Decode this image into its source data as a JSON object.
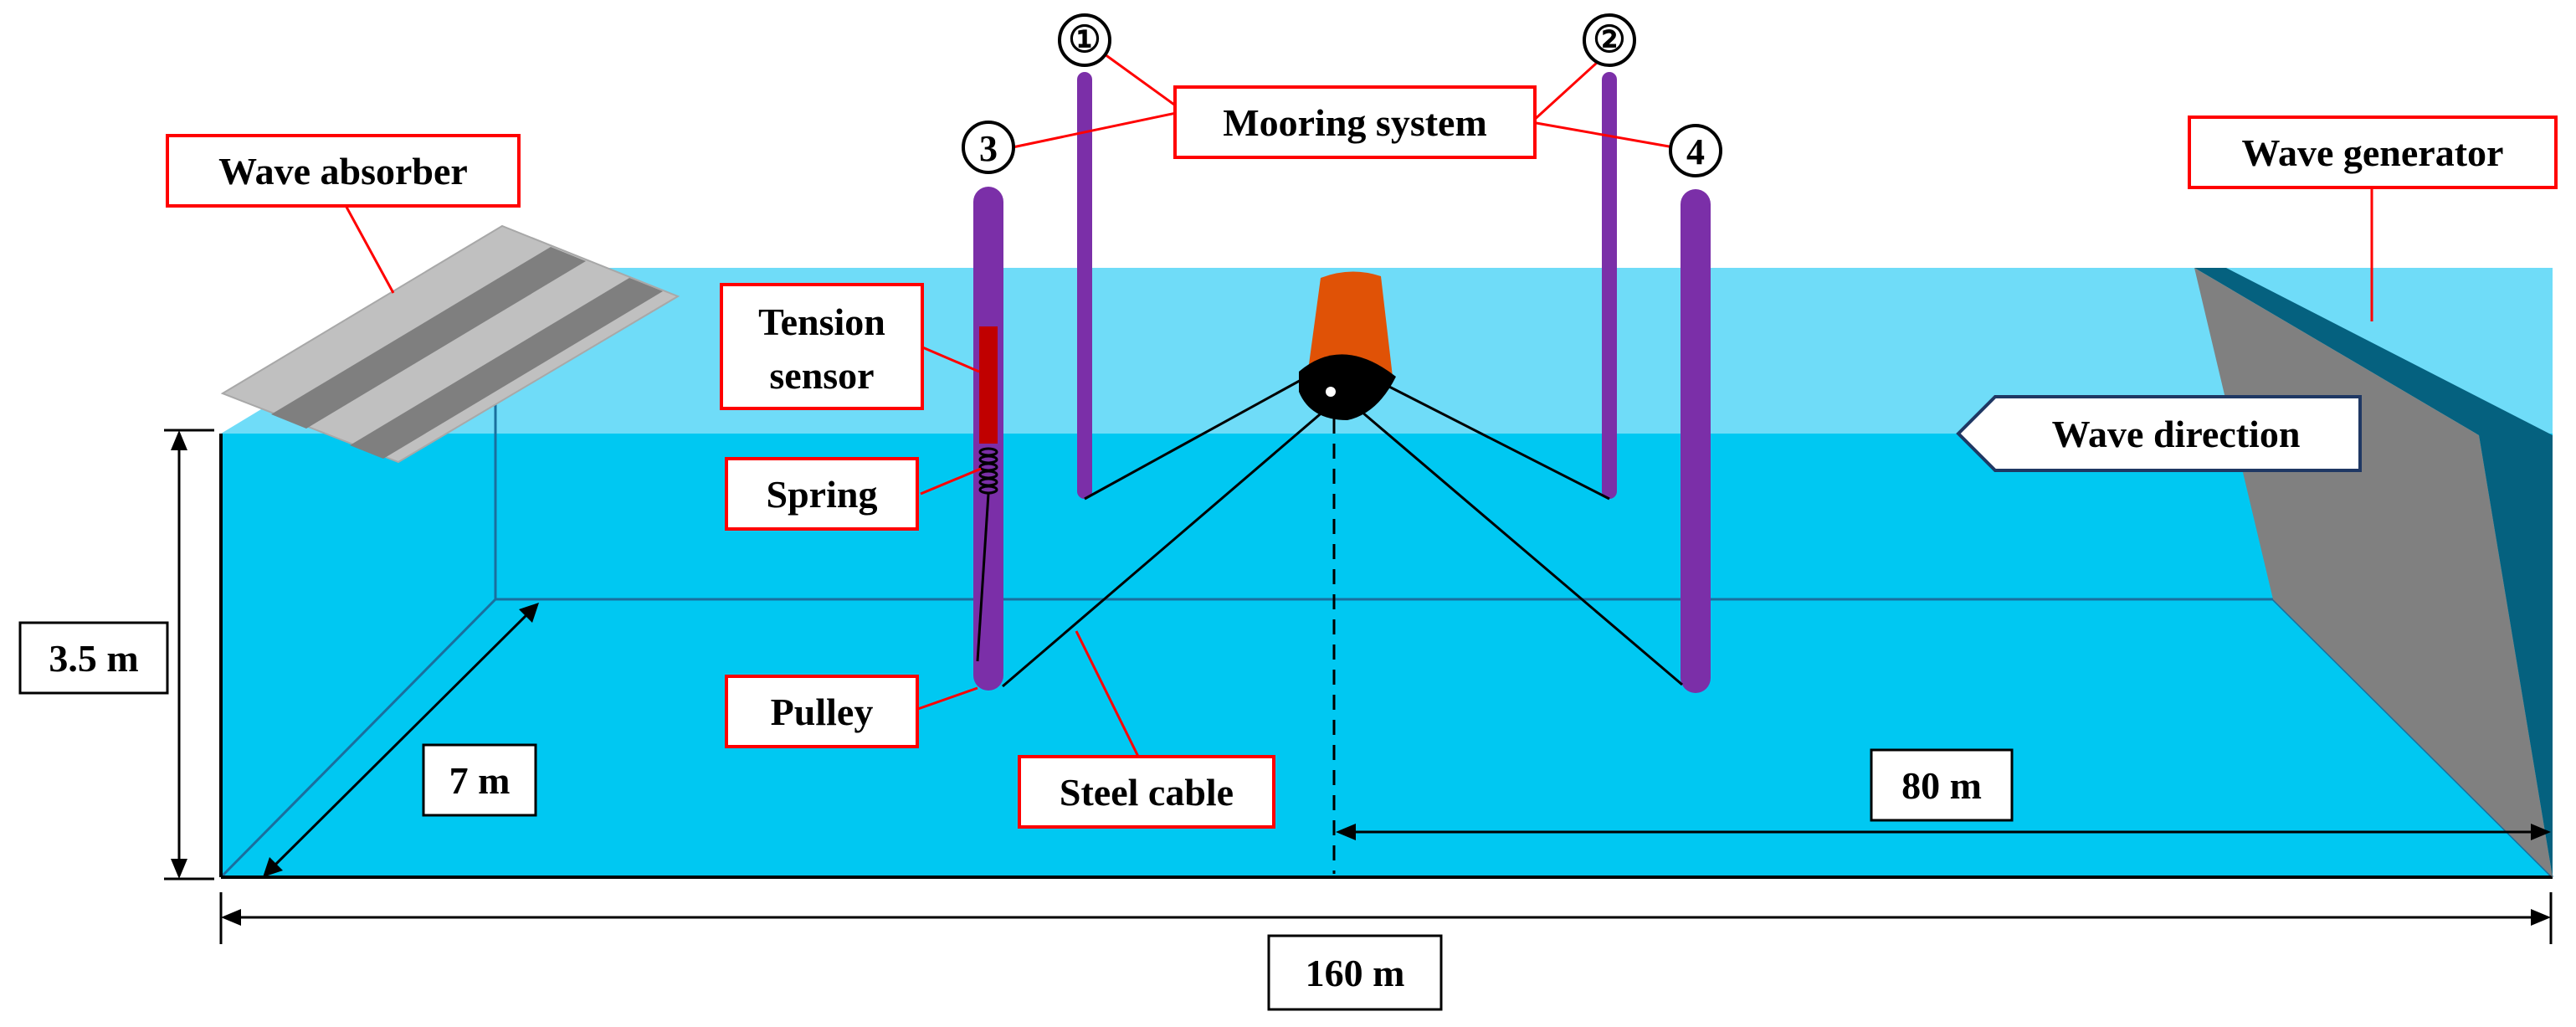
{
  "labels": {
    "wave_absorber": "Wave absorber",
    "mooring_system": "Mooring system",
    "wave_generator": "Wave generator",
    "tension_sensor_line1": "Tension",
    "tension_sensor_line2": "sensor",
    "spring": "Spring",
    "pulley": "Pulley",
    "steel_cable": "Steel cable",
    "wave_direction": "Wave direction"
  },
  "dimensions": {
    "depth": "3.5 m",
    "width": "7 m",
    "distance_to_generator": "80 m",
    "length": "160 m"
  },
  "pillar_numbers": [
    "①",
    "②",
    "3",
    "4"
  ],
  "colors": {
    "water_surface": "#6fdcf8",
    "water_body": "#00c8f2",
    "pillar": "#7b2fa8",
    "buoy": "#e05206",
    "tension_sensor": "#c00000",
    "generator_paddle": "#808080",
    "generator_frame": "#05617f",
    "absorber_light": "#c0c0c0",
    "absorber_dark": "#7f7f7f",
    "callout_red": "#ff0000",
    "wave_direction_border": "#1f3864"
  }
}
